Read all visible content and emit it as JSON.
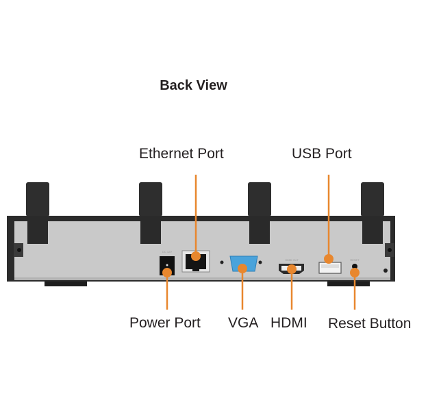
{
  "title": "Back View",
  "colors": {
    "accent": "#e8872e",
    "chassis_body": "#c9c9c9",
    "chassis_frame": "#2b2b2b",
    "antenna": "#2e2e2e",
    "vga_port": "#4aa3db",
    "text": "#231f20"
  },
  "callouts": {
    "ethernet": "Ethernet Port",
    "usb": "USB Port",
    "power": "Power Port",
    "vga": "VGA",
    "hdmi": "HDMI",
    "reset": "Reset Button"
  },
  "device": {
    "antenna_count": 4,
    "ports": [
      "power-port",
      "ethernet-port",
      "vga-port",
      "hdmi-port",
      "usb-port",
      "reset-button"
    ]
  }
}
